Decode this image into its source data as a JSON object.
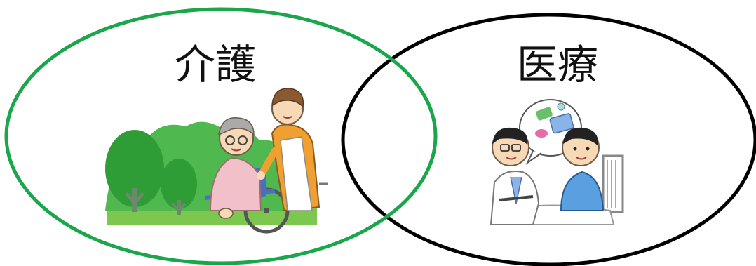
{
  "diagram": {
    "type": "venn",
    "sets": [
      {
        "id": "care",
        "label": "介護",
        "outline_color": "#1aa64a",
        "illustration": "caregiver-pushing-elderly-wheelchair"
      },
      {
        "id": "medical",
        "label": "医療",
        "outline_color": "#000000",
        "illustration": "doctor-with-patient-in-bed"
      }
    ]
  },
  "colors": {
    "tree_green": "#3cae3c",
    "tree_dark": "#2f9a2f",
    "bush_light": "#5dc05d",
    "ground": "#77c74a",
    "apron_orange": "#f0a030",
    "sweater_pink": "#f2c0c8",
    "skin": "#f7d9b5",
    "patient_shirt": "#5aa0e0",
    "doctor_coat": "#ffffff"
  }
}
